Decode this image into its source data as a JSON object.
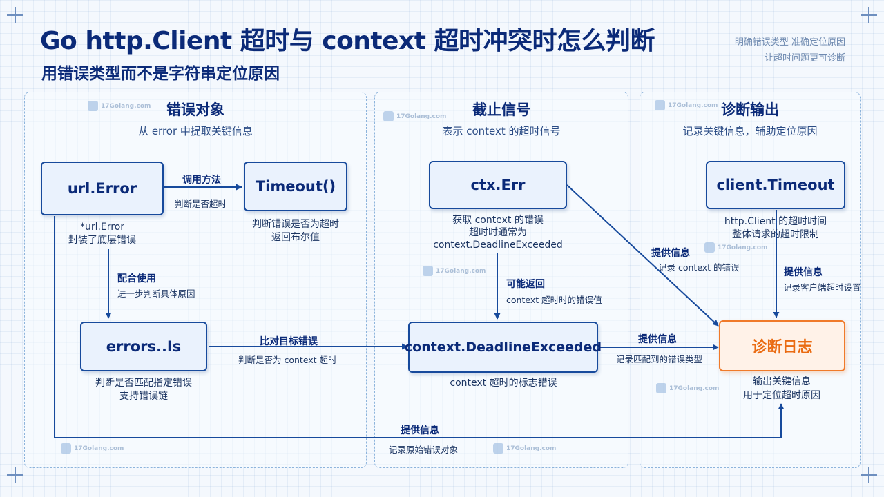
{
  "header": {
    "title": "Go http.Client 超时与 context 超时冲突时怎么判断",
    "subtitle": "用错误类型而不是字符串定位原因",
    "tagline_line1": "明确错误类型   准确定位原因",
    "tagline_line2": "让超时问题更可诊断"
  },
  "watermark": "17Golang.com",
  "panels": {
    "error_object": {
      "title": "错误对象",
      "desc": "从 error 中提取关键信息"
    },
    "deadline_signal": {
      "title": "截止信号",
      "desc": "表示 context 的超时信号"
    },
    "diagnostic_output": {
      "title": "诊断输出",
      "desc": "记录关键信息，辅助定位原因"
    }
  },
  "nodes": {
    "url_error": {
      "label": "url.Error",
      "note_line1": "*url.Error",
      "note_line2": "封装了底层错误"
    },
    "timeout": {
      "label": "Timeout()",
      "note_line1": "判断错误是否为超时",
      "note_line2": "返回布尔值"
    },
    "errors_is": {
      "label": "errors..Is",
      "note_line1": "判断是否匹配指定错误",
      "note_line2": "支持错误链"
    },
    "ctx_err": {
      "label": "ctx.Err",
      "note_line1": "获取 context 的错误",
      "note_line2": "超时时通常为",
      "note_line3": "context.DeadlineExceeded"
    },
    "deadline_exceeded": {
      "label": "context.DeadlineExceeded",
      "note": "context 超时的标志错误"
    },
    "client_timeout": {
      "label": "client.Timeout",
      "note_line1": "http.Client 的超时时间",
      "note_line2": "整体请求的超时限制"
    },
    "diag_log": {
      "label": "诊断日志",
      "note_line1": "输出关键信息",
      "note_line2": "用于定位超时原因"
    }
  },
  "edges": {
    "call_method": {
      "title": "调用方法",
      "sub": "判断是否超时"
    },
    "combined_use": {
      "title": "配合使用",
      "sub": "进一步判断具体原因"
    },
    "compare_target": {
      "title": "比对目标错误",
      "sub": "判断是否为 context 超时"
    },
    "may_return": {
      "title": "可能返回",
      "sub": "context 超时时的错误值"
    },
    "provide_ctx": {
      "title": "提供信息",
      "sub": "记录 context 的错误"
    },
    "provide_client": {
      "title": "提供信息",
      "sub": "记录客户端超时设置"
    },
    "provide_matched": {
      "title": "提供信息",
      "sub": "记录匹配到的错误类型"
    },
    "provide_original": {
      "title": "提供信息",
      "sub": "记录原始错误对象"
    }
  },
  "colors": {
    "primary": "#0b2a78",
    "node_border": "#174a9c",
    "node_fill": "#eaf2fd",
    "accent": "#f07a2a",
    "accent_fill": "#fff2e8",
    "panel_border": "#8db4dc"
  }
}
